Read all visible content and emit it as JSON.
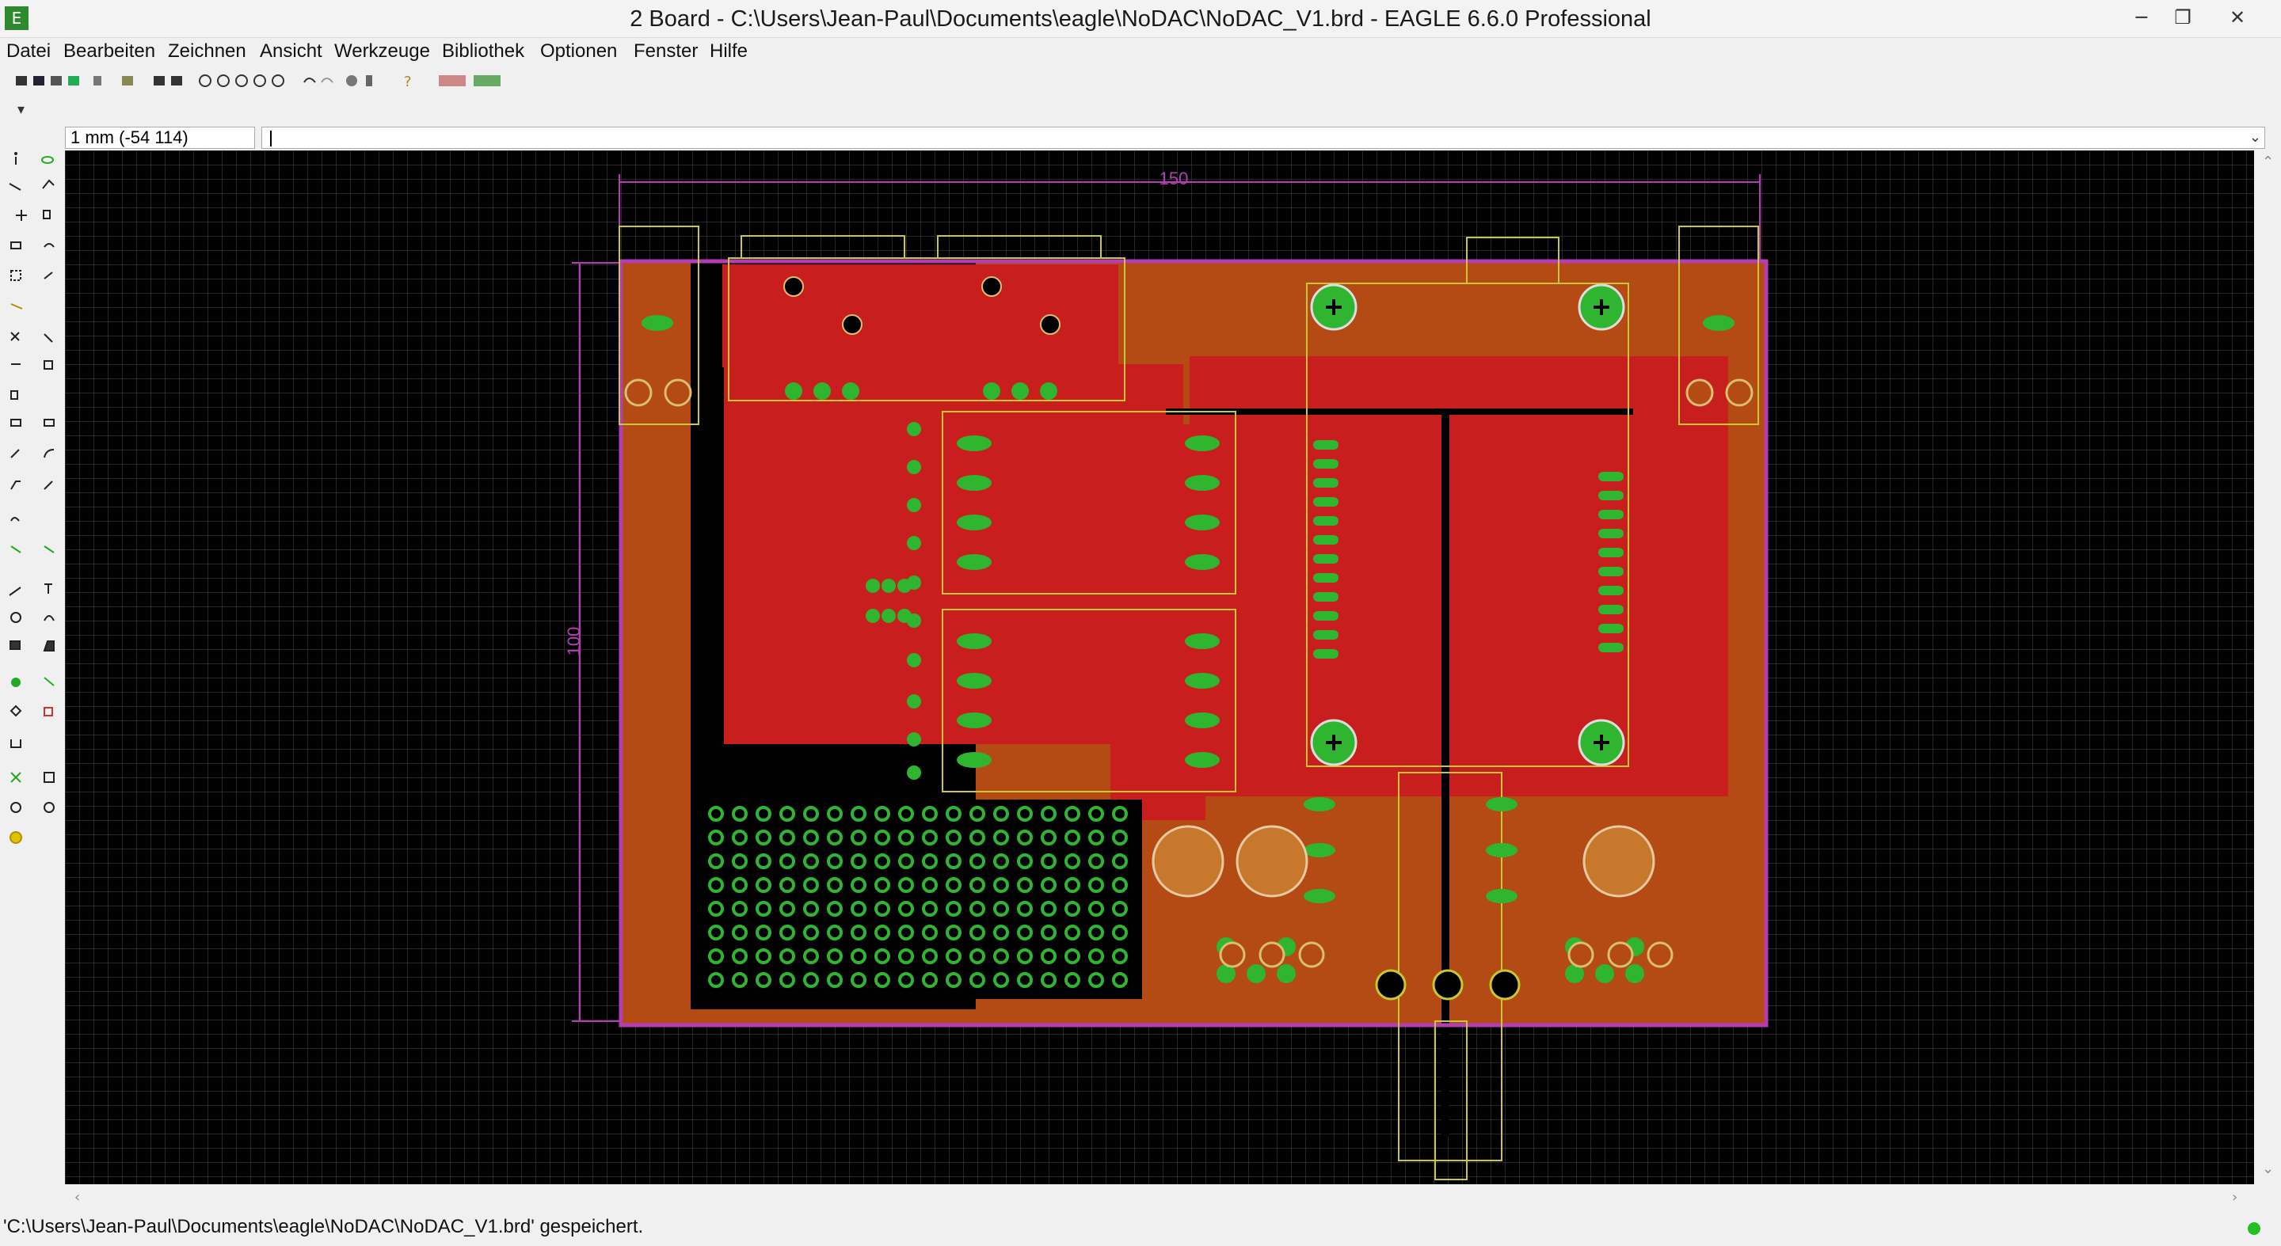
{
  "window": {
    "title": "2 Board - C:\\Users\\Jean-Paul\\Documents\\eagle\\NoDAC\\NoDAC_V1.brd - EAGLE 6.6.0 Professional",
    "app_icon": "eagle-app-icon",
    "controls": {
      "minimize": "─",
      "maximize": "❐",
      "close": "✕"
    }
  },
  "menu": {
    "items": [
      "Datei",
      "Bearbeiten",
      "Zeichnen",
      "Ansicht",
      "Werkzeuge",
      "Bibliothek",
      "Optionen",
      "Fenster",
      "Hilfe"
    ]
  },
  "commandline": {
    "coordinate": "1 mm (-54 114)",
    "command_value": ""
  },
  "board": {
    "dim_width_label": "150",
    "dim_height_label": "100"
  },
  "colors": {
    "canvas_bg": "#000000",
    "top_copper": "#c81e1e",
    "bottom_copper": "#b44a14",
    "pads": "#2fb52f",
    "outline": "#b43cb4",
    "silkscreen": "#c8c832"
  },
  "status": {
    "message": "'C:\\Users\\Jean-Paul\\Documents\\eagle\\NoDAC\\NoDAC_V1.brd' gespeichert."
  }
}
